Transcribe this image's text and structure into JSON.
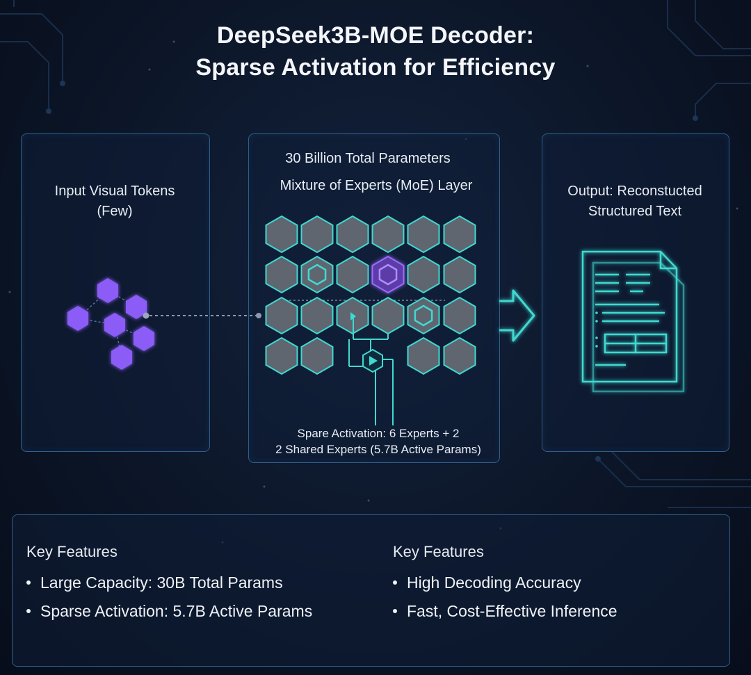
{
  "title": {
    "line1": "DeepSeek3B-MOE Decoder:",
    "line2": "Sparse Activation for Efficiency"
  },
  "input_panel": {
    "line1": "Input Visual Tokens",
    "line2": "(Few)"
  },
  "moe_panel": {
    "total_params": "30 Billion Total Parameters",
    "layer_label": "Mixture of Experts (MoE) Layer",
    "activation_line1": "Spare Activation: 6 Experts + 2",
    "activation_line2": "2 Shared Experts (5.7B Active Params)"
  },
  "output_panel": {
    "line1": "Output: Reconstucted",
    "line2": "Structured Text"
  },
  "features_left": {
    "heading": "Key Features",
    "items": [
      "Large Capacity: 30B Total Params",
      "Sparse Activation: 5.7B Active Params"
    ]
  },
  "features_right": {
    "heading": "Key Features",
    "items": [
      "High Decoding Accuracy",
      "Fast, Cost-Effective Inference"
    ]
  },
  "colors": {
    "accent_cyan": "#3fd9d0",
    "accent_purple": "#8a5cf5",
    "panel_border": "#2f5f8c",
    "background": "#0c1628"
  },
  "icons": [
    "token-hexagon-icon",
    "expert-hexagon-icon",
    "router-icon",
    "arrow-right-icon",
    "document-icon"
  ]
}
